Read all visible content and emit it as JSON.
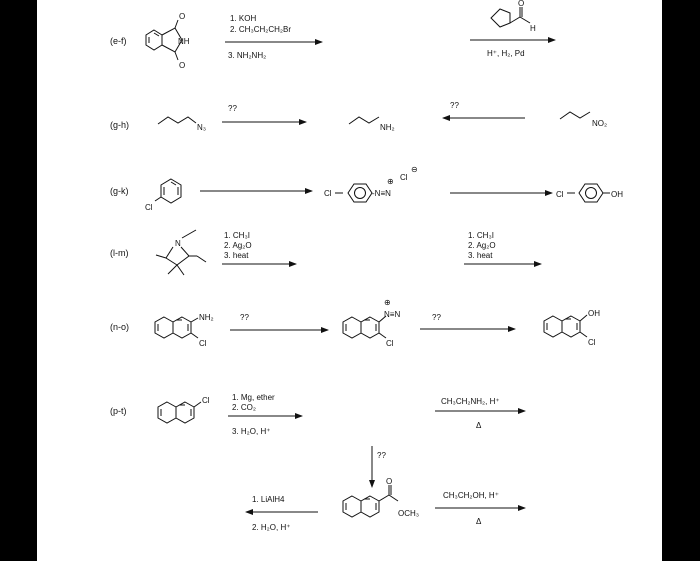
{
  "rows": [
    {
      "label": "(e-f)",
      "reagents": [
        "1. KOH",
        "2. CH₃CH₂CH₂Br",
        "3. NH₂NH₂"
      ],
      "right_reagent": "H⁺, H₂, Pd"
    },
    {
      "label": "(g-h)",
      "left_unknown": "??",
      "right_unknown": "??"
    },
    {
      "label": "(g-k)"
    },
    {
      "label": "(l-m)",
      "reagents_left": [
        "1. CH₃I",
        "2. Ag₂O",
        "3. heat"
      ],
      "reagents_right": [
        "1. CH₃I",
        "2. Ag₂O",
        "3. heat"
      ]
    },
    {
      "label": "(n-o)",
      "left_unknown": "??",
      "right_unknown": "??"
    },
    {
      "label": "(p-t)",
      "reagents": [
        "1. Mg, ether",
        "2. CO₂",
        "3. H₂O, H⁺"
      ],
      "right_reagent": "CH₃CH₂NH₂, H⁺",
      "right_heat": "Δ",
      "down_unknown": "??",
      "lower_left": [
        "1. LiAlH4",
        "2. H₂O, H⁺"
      ],
      "lower_right": "CH₃CH₂OH, H⁺",
      "lower_heat": "Δ"
    }
  ],
  "atoms": {
    "O": "O",
    "NH": "NH",
    "H": "H",
    "N3": "N₃",
    "NH2": "NH₂",
    "NO2": "NO₂",
    "Cl": "Cl",
    "N": "N",
    "OH": "OH",
    "OCH3": "OCH₃",
    "plus": "⊕",
    "minus": "⊖",
    "diazo": "-N≡N",
    "diazo2": "N≡N"
  }
}
